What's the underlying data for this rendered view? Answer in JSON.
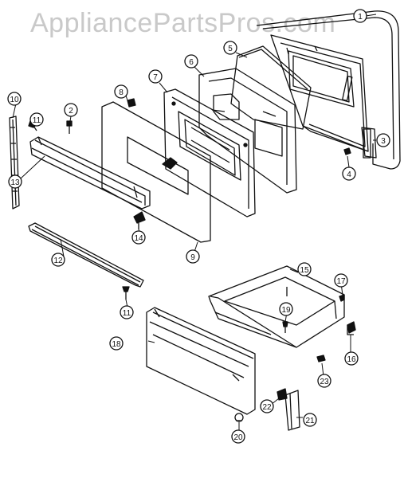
{
  "watermark": "AppliancePartsPros.com",
  "callouts": [
    {
      "id": "c1",
      "label": "1"
    },
    {
      "id": "c2",
      "label": "2"
    },
    {
      "id": "c3",
      "label": "3"
    },
    {
      "id": "c4",
      "label": "4"
    },
    {
      "id": "c5",
      "label": "5"
    },
    {
      "id": "c6",
      "label": "6"
    },
    {
      "id": "c7",
      "label": "7"
    },
    {
      "id": "c8",
      "label": "8"
    },
    {
      "id": "c9",
      "label": "9"
    },
    {
      "id": "c10",
      "label": "10"
    },
    {
      "id": "c11a",
      "label": "11"
    },
    {
      "id": "c11b",
      "label": "11"
    },
    {
      "id": "c12",
      "label": "12"
    },
    {
      "id": "c13",
      "label": "13"
    },
    {
      "id": "c14",
      "label": "14"
    },
    {
      "id": "c15",
      "label": "15"
    },
    {
      "id": "c16",
      "label": "16"
    },
    {
      "id": "c17",
      "label": "17"
    },
    {
      "id": "c18",
      "label": "18"
    },
    {
      "id": "c19",
      "label": "19"
    },
    {
      "id": "c20",
      "label": "20"
    },
    {
      "id": "c21",
      "label": "21"
    },
    {
      "id": "c22",
      "label": "22"
    },
    {
      "id": "c23",
      "label": "23"
    }
  ]
}
